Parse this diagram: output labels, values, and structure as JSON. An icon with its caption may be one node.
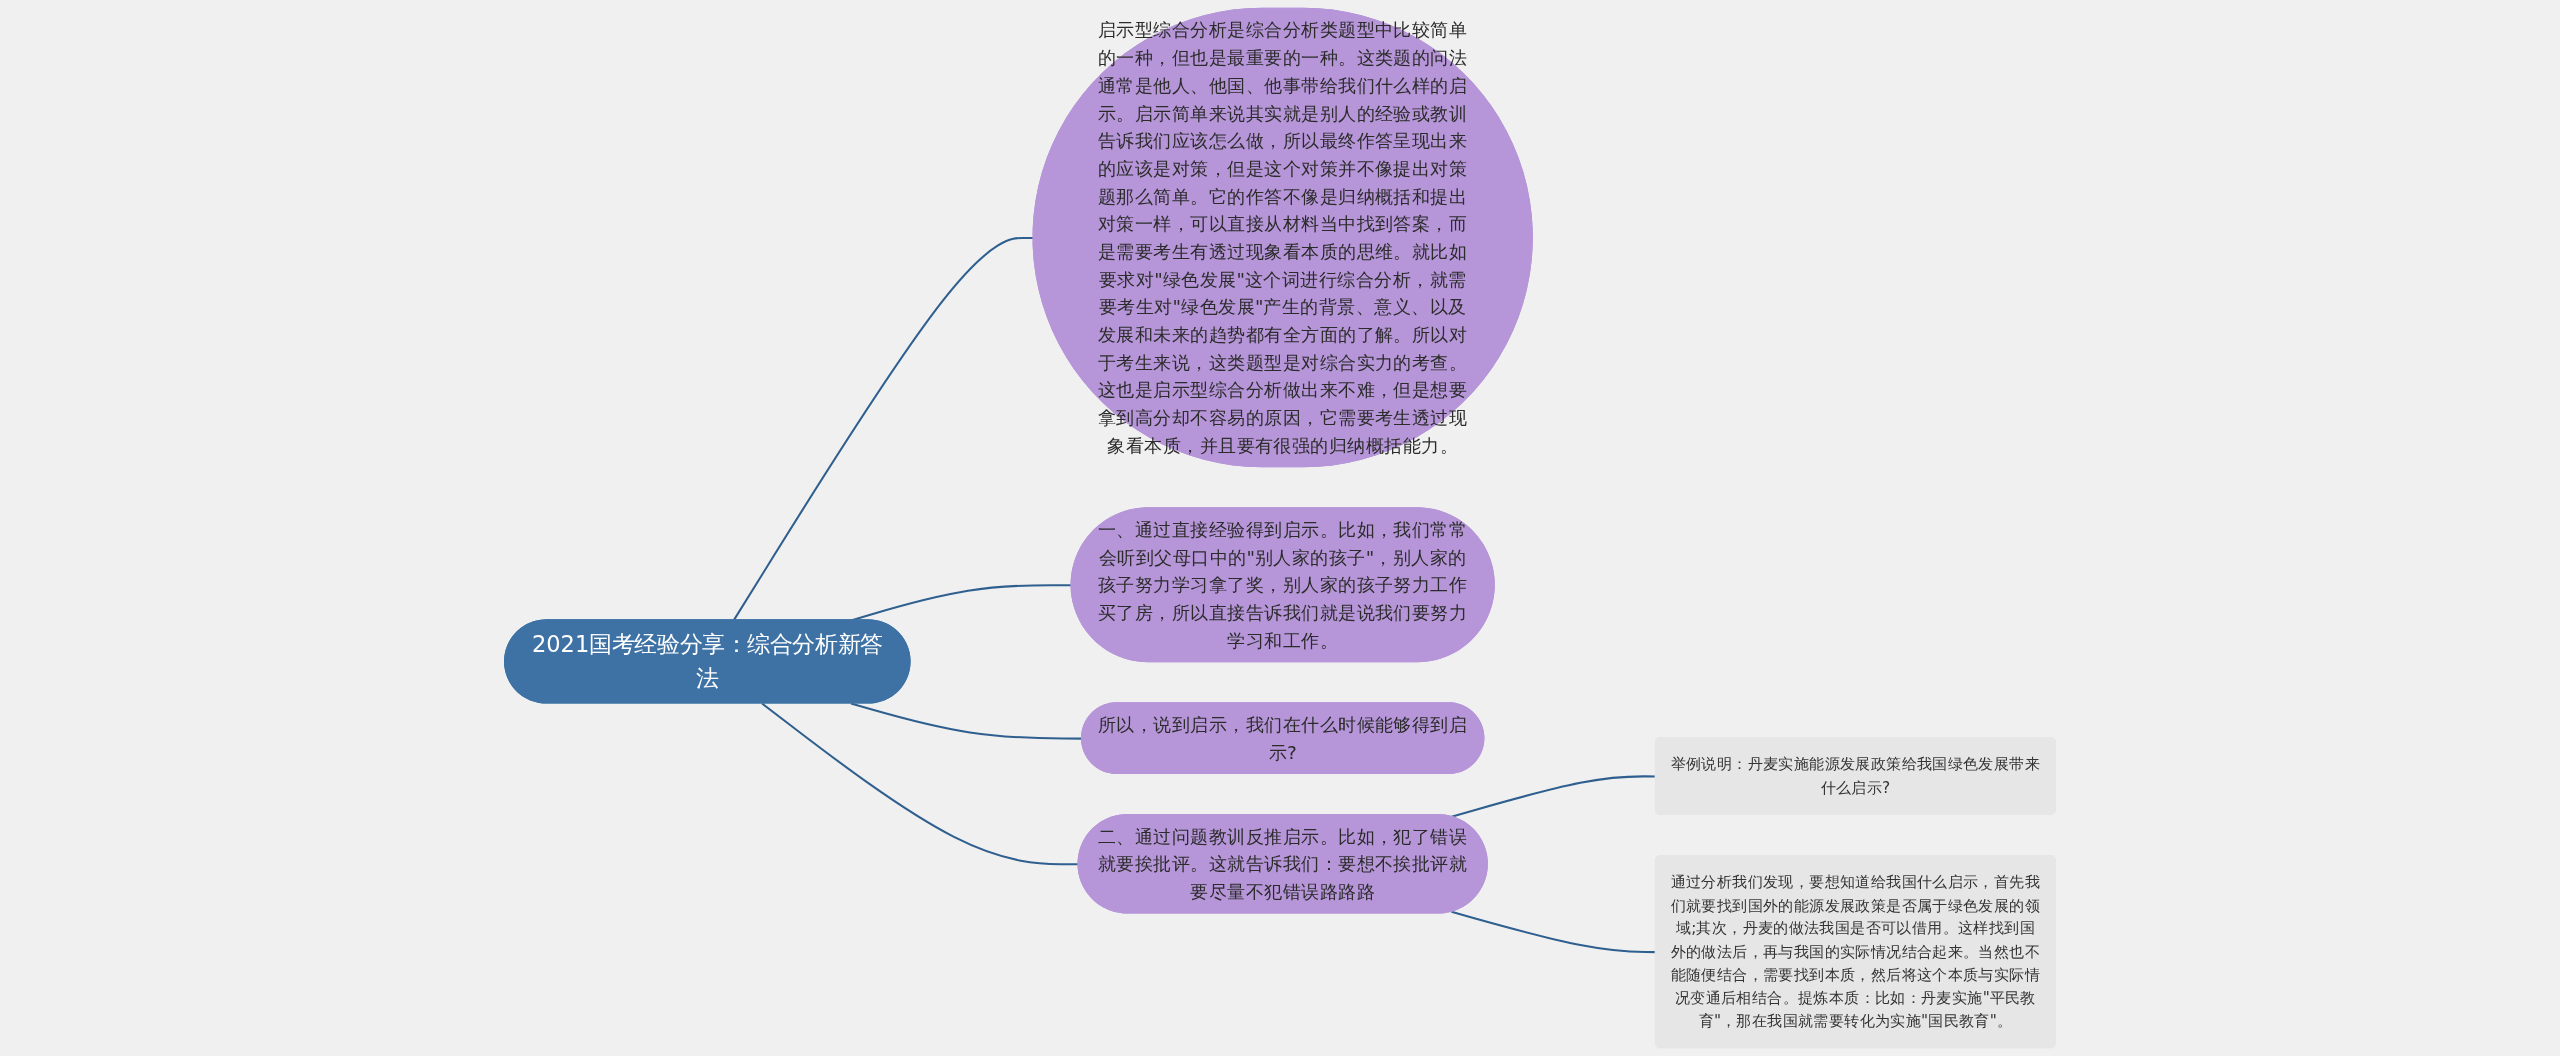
{
  "diagram": {
    "nodes": [
      {
        "text": [
          "2021国考经验分享：综合分析新答法"
        ]
      },
      {
        "text": [
          "启示型综合分析是综合分析类题型中比较简单的一种，但也是最重要的一种。这类题的问法通常是他人、他国、他事带给我们什么样的启示。启示简单来说其实就是别人的经验或教训告诉我们应该怎么做，所以最终作答呈现出来的应该是对策，但是这个对策并不像提出对策题那么简单。它的作答不像是归纳概括和提出对策一样，可以直接从材料当中找到答案，而是需要考生有透过现象看本质的思维。就比如要求对\"绿色发展\"这个词进行综合分析，就需要考生对\"绿色发展\"产生的背景、意义、以及发展和未来的趋势都有全方面的了解。所以对于考生来说，这类题型是对综合实力的考查。这也是启示型综合分析做出来不难，但是想要拿到高分却不容易的原因，它需要考生透过现象看本质，并且要有很强的归纳概括能力。"
        ]
      },
      {
        "text": [
          "一、通过直接经验得到启示。比如，我们常常会听到父母口中的\"别人家的孩子\"，别人家的孩子努力学习拿了奖，别人家的孩子努力工作买了房，所以直接告诉我们就是说我们要努力学习和工作。"
        ]
      },
      {
        "text": [
          "所以，说到启示，我们在什么时候能够得到启示?"
        ]
      },
      {
        "text": [
          "二、通过问题教训反推启示。比如，犯了错误就要挨批评。这就告诉我们：要想不挨批评就要尽量不犯错误路路路"
        ]
      },
      {
        "text": [
          "举例说明：丹麦实施能源发展政策给我国绿色发展带来什么启示?"
        ]
      },
      {
        "text": [
          "通过分析我们发现，要想知道给我国什么启示，首先我们就要找到国外的能源发展政策是否属于绿色发展的领域;其次，丹麦的做法我国是否可以借用。这样找到国外的做法后，再与我国的实际情况结合起来。当然也不能随便结合，需要找到本质，然后将这个本质与实际情况变通后相结合。提炼本质：比如：丹麦实施\"平民教育\"，那在我国就需要转化为实施\"国民教育\"。"
        ]
      }
    ],
    "edges": [
      {
        "from": 0,
        "to": 1,
        "arrow": "none"
      },
      {
        "from": 0,
        "to": 2,
        "arrow": "none"
      },
      {
        "from": 0,
        "to": 3,
        "arrow": "none"
      },
      {
        "from": 0,
        "to": 4,
        "arrow": "none"
      },
      {
        "from": 4,
        "to": 5,
        "arrow": "none"
      },
      {
        "from": 4,
        "to": 6,
        "arrow": "none"
      }
    ]
  }
}
